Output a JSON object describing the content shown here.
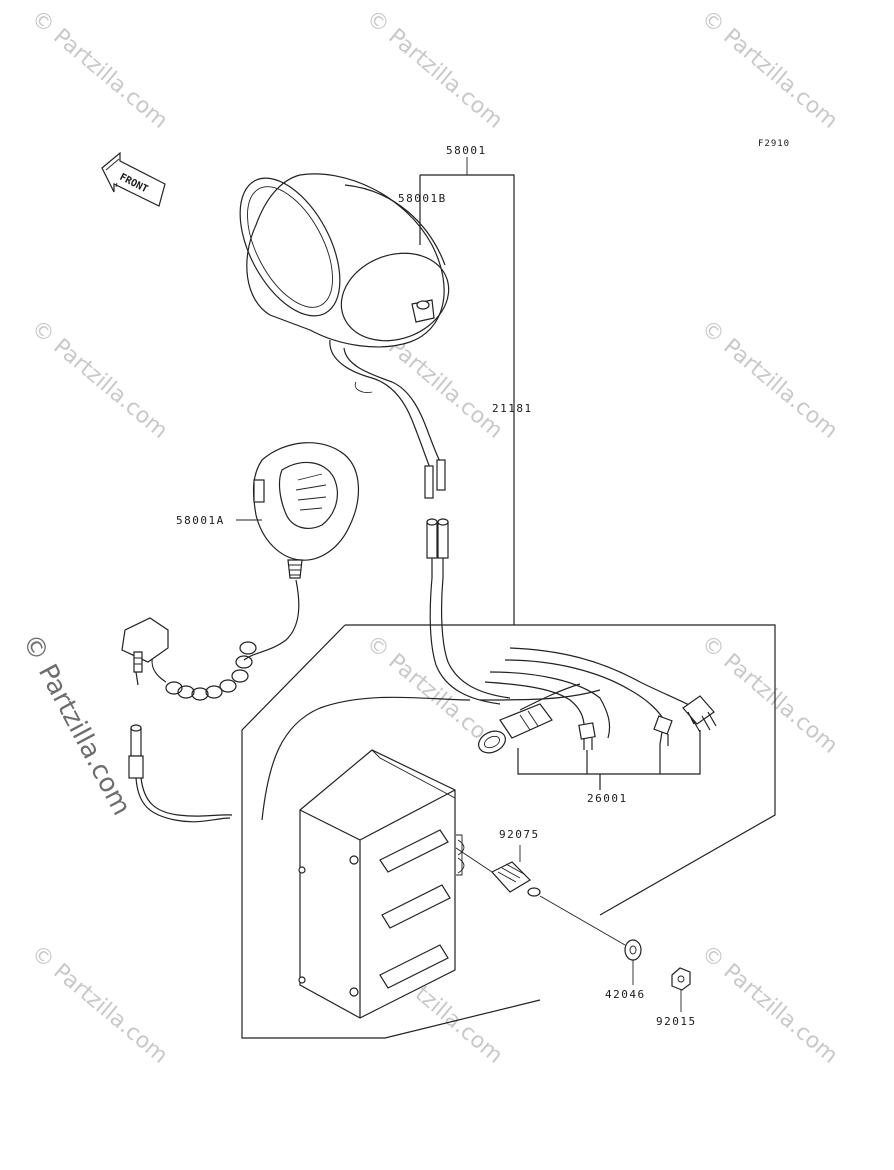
{
  "figure_code": "F2910",
  "front_arrow_label": "FRONT",
  "watermark_text": "© Partzilla.com",
  "callouts": {
    "speaker_assy": "58001",
    "speaker": "58001B",
    "microphone": "58001A",
    "wire_harness": "21181",
    "wiring_connectors": "26001",
    "knob": "92075",
    "washer": "42046",
    "nut": "92015"
  },
  "colors": {
    "line": "#222222",
    "watermark": "#c9c9c9",
    "background": "#ffffff"
  }
}
